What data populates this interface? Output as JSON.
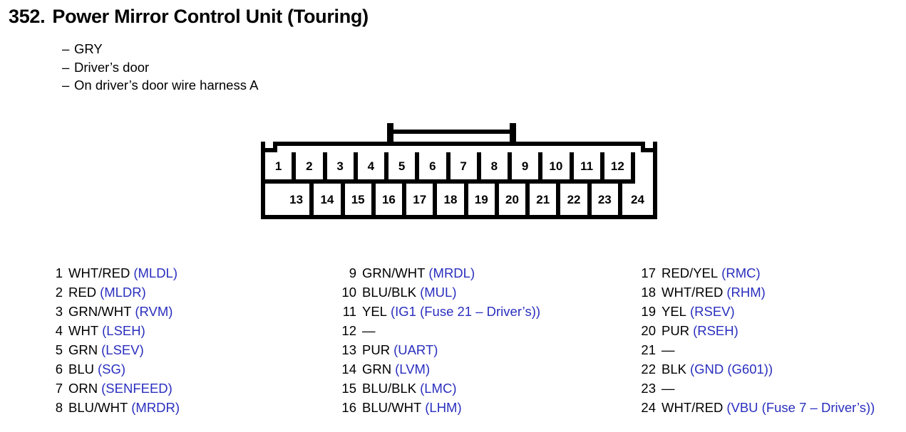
{
  "header": {
    "number": "352.",
    "title": "Power Mirror Control Unit (Touring)",
    "details": [
      {
        "dash": "–",
        "text": "GRY"
      },
      {
        "dash": "–",
        "text": "Driver’s door"
      },
      {
        "dash": "–",
        "text": "On driver’s door wire harness A"
      }
    ]
  },
  "connector": {
    "top_row": [
      "1",
      "2",
      "3",
      "4",
      "5",
      "6",
      "7",
      "8",
      "9",
      "10",
      "11",
      "12"
    ],
    "bottom_row": [
      "13",
      "14",
      "15",
      "16",
      "17",
      "18",
      "19",
      "20",
      "21",
      "22",
      "23",
      "24"
    ]
  },
  "colors": {
    "signal_blue": "#2a2fbe",
    "text_black": "#000000",
    "background": "#ffffff"
  },
  "legend": {
    "columns": [
      {
        "rows": [
          {
            "pin": "1",
            "wire": "WHT/RED",
            "signal": "(MLDL)"
          },
          {
            "pin": "2",
            "wire": "RED",
            "signal": "(MLDR)"
          },
          {
            "pin": "3",
            "wire": "GRN/WHT",
            "signal": "(RVM)"
          },
          {
            "pin": "4",
            "wire": "WHT",
            "signal": "(LSEH)"
          },
          {
            "pin": "5",
            "wire": "GRN",
            "signal": "(LSEV)"
          },
          {
            "pin": "6",
            "wire": "BLU",
            "signal": "(SG)"
          },
          {
            "pin": "7",
            "wire": "ORN",
            "signal": "(SENFEED)"
          },
          {
            "pin": "8",
            "wire": "BLU/WHT",
            "signal": "(MRDR)"
          }
        ]
      },
      {
        "rows": [
          {
            "pin": "9",
            "wire": "GRN/WHT",
            "signal": "(MRDL)"
          },
          {
            "pin": "10",
            "wire": "BLU/BLK",
            "signal": "(MUL)"
          },
          {
            "pin": "11",
            "wire": "YEL",
            "signal": "(IG1 (Fuse 21 – Driver’s))"
          },
          {
            "pin": "12",
            "wire": "—",
            "signal": ""
          },
          {
            "pin": "13",
            "wire": "PUR",
            "signal": "(UART)"
          },
          {
            "pin": "14",
            "wire": "GRN",
            "signal": "(LVM)"
          },
          {
            "pin": "15",
            "wire": "BLU/BLK",
            "signal": "(LMC)"
          },
          {
            "pin": "16",
            "wire": "BLU/WHT",
            "signal": "(LHM)"
          }
        ]
      },
      {
        "rows": [
          {
            "pin": "17",
            "wire": "RED/YEL",
            "signal": "(RMC)"
          },
          {
            "pin": "18",
            "wire": "WHT/RED",
            "signal": "(RHM)"
          },
          {
            "pin": "19",
            "wire": "YEL",
            "signal": "(RSEV)"
          },
          {
            "pin": "20",
            "wire": "PUR",
            "signal": "(RSEH)"
          },
          {
            "pin": "21",
            "wire": "—",
            "signal": ""
          },
          {
            "pin": "22",
            "wire": "BLK",
            "signal": "(GND (G601))"
          },
          {
            "pin": "23",
            "wire": "—",
            "signal": ""
          },
          {
            "pin": "24",
            "wire": "WHT/RED",
            "signal": "(VBU (Fuse 7 – Driver’s))"
          }
        ]
      }
    ]
  }
}
